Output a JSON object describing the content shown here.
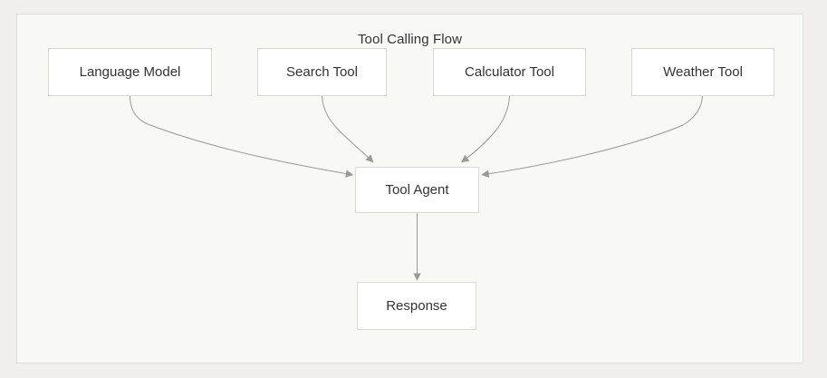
{
  "diagram": {
    "title": "Tool Calling Flow",
    "nodes": [
      {
        "id": "language-model",
        "label": "Language Model"
      },
      {
        "id": "search-tool",
        "label": "Search Tool"
      },
      {
        "id": "calculator-tool",
        "label": "Calculator Tool"
      },
      {
        "id": "weather-tool",
        "label": "Weather Tool"
      },
      {
        "id": "tool-agent",
        "label": "Tool Agent"
      },
      {
        "id": "response",
        "label": "Response"
      }
    ],
    "edges": [
      {
        "from": "Language Model",
        "to": "Tool Agent"
      },
      {
        "from": "Search Tool",
        "to": "Tool Agent"
      },
      {
        "from": "Calculator Tool",
        "to": "Tool Agent"
      },
      {
        "from": "Weather Tool",
        "to": "Tool Agent"
      },
      {
        "from": "Tool Agent",
        "to": "Response"
      }
    ],
    "colors": {
      "page_bg": "#f0efed",
      "canvas_bg": "#f8f8f6",
      "canvas_border": "#dcdcda",
      "node_bg": "#ffffff",
      "node_border": "#d9d9d7",
      "text": "#333333",
      "edge": "#999996"
    }
  }
}
